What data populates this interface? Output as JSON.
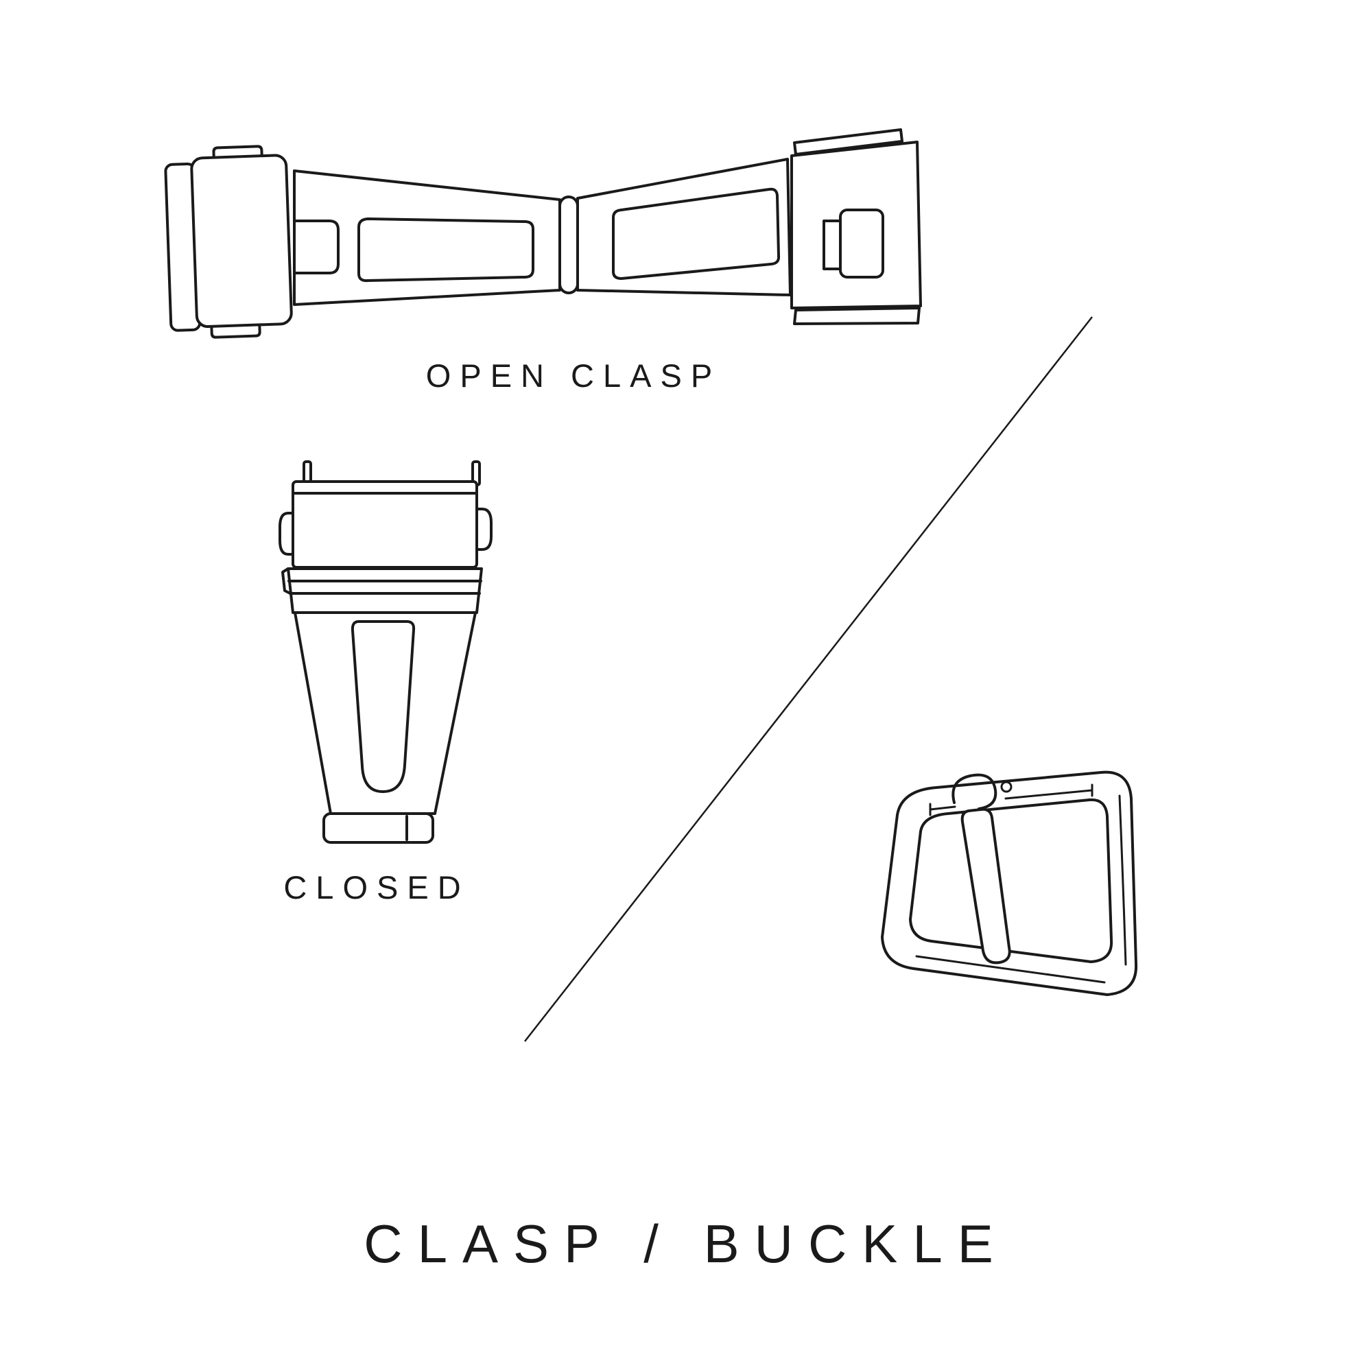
{
  "colors": {
    "background": "#ffffff",
    "ink": "#1a1a1a"
  },
  "title": "CLASP / BUCKLE",
  "figures": {
    "open_clasp": {
      "label": "OPEN CLASP",
      "illustration": "deployant-clasp-open-top-view-line-drawing"
    },
    "closed_clasp": {
      "label": "CLOSED",
      "illustration": "deployant-clasp-closed-top-view-line-drawing"
    },
    "buckle": {
      "illustration": "tang-pin-buckle-perspective-line-drawing"
    }
  },
  "divider": {
    "type": "diagonal-line"
  }
}
